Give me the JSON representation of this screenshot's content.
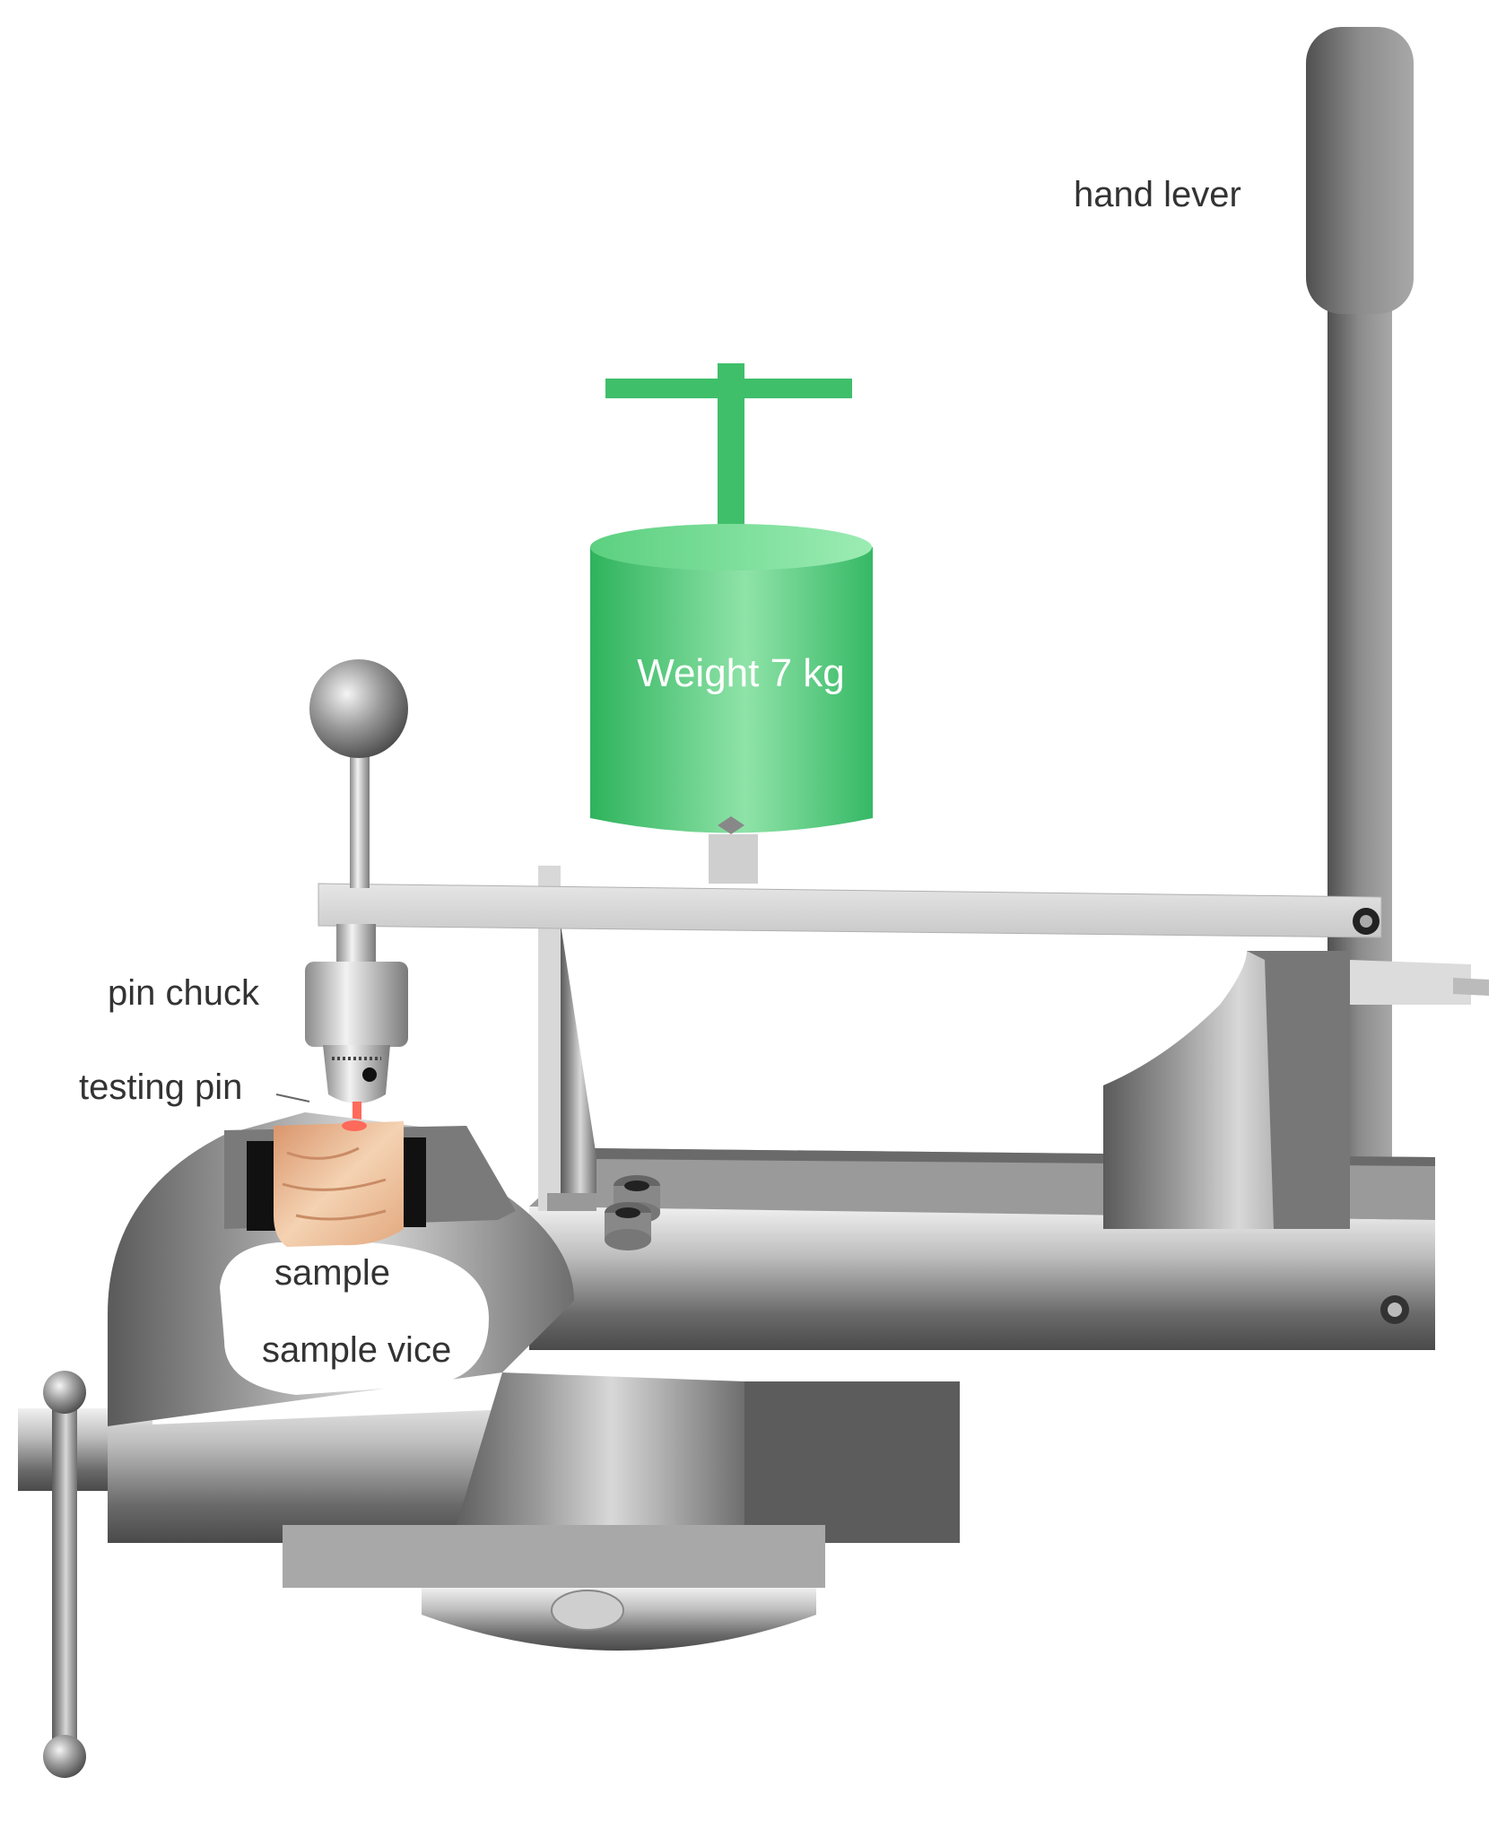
{
  "labels": {
    "hand_lever": "hand lever",
    "weight": "Weight 7 kg",
    "pin_chuck": "pin chuck",
    "testing_pin": "testing pin",
    "sample": "sample",
    "sample_vice": "sample vice"
  },
  "colors": {
    "steel_dark": "#5b5b5b",
    "steel_mid": "#8c8c8c",
    "steel_light": "#d4d4d4",
    "weight_green": "#3fbf6a",
    "weight_green_light": "#8fe3a8",
    "sample_wood": "#e8b98f",
    "pin_red": "#ff6a5a",
    "label_text": "#333333"
  }
}
